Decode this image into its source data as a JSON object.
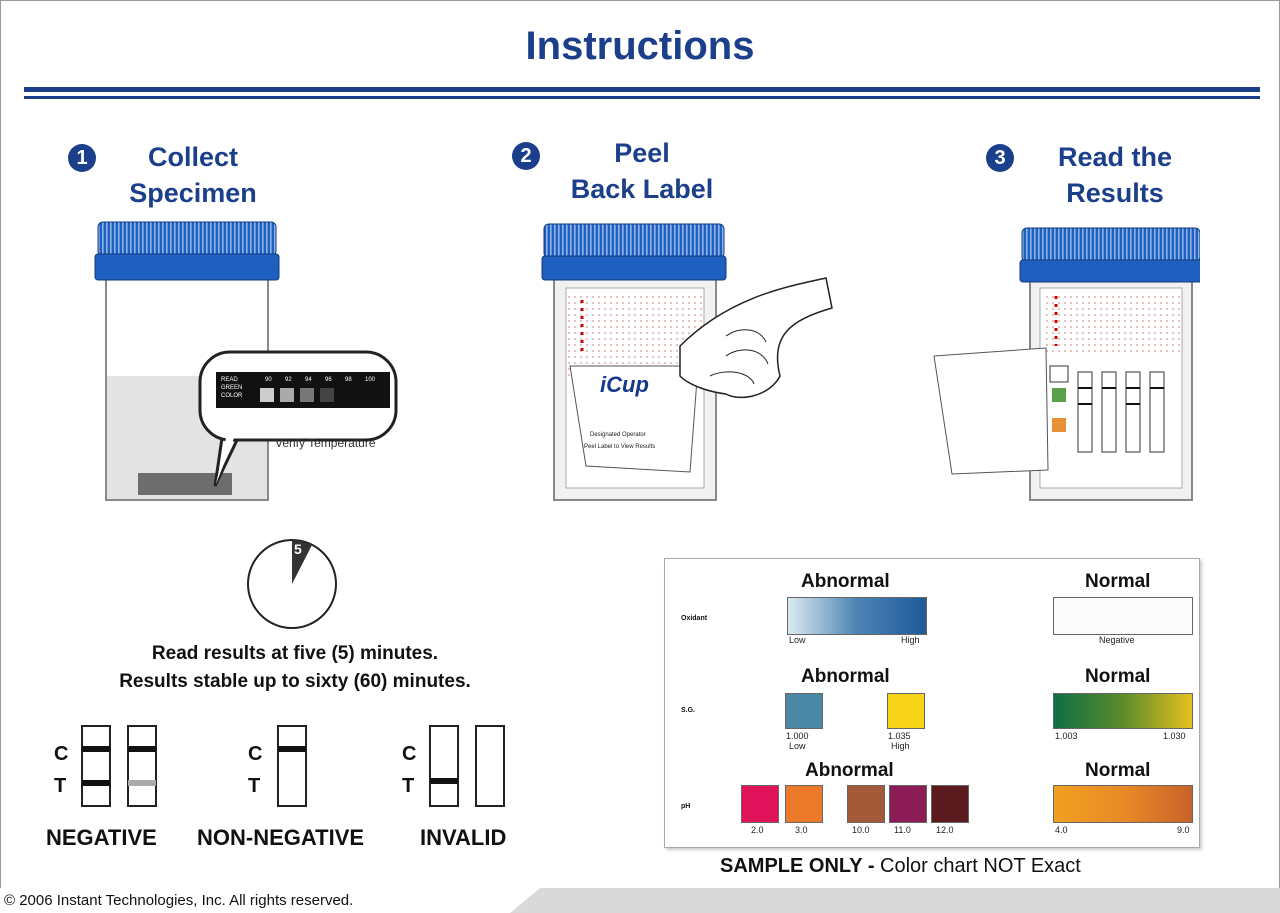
{
  "header": {
    "title": "Instructions"
  },
  "steps": [
    {
      "num": "1",
      "line1": "Collect",
      "line2": "Specimen"
    },
    {
      "num": "2",
      "line1": "Peel",
      "line2": "Back Label"
    },
    {
      "num": "3",
      "line1": "Read the",
      "line2": "Results"
    }
  ],
  "step1": {
    "temp_rows": [
      "READ",
      "GREEN",
      "COLOR"
    ],
    "temp_values": [
      "90",
      "92",
      "94",
      "96",
      "98",
      "100"
    ],
    "verify_label": "Verify Temperature"
  },
  "step2": {
    "brand": "iCup",
    "label_line1": "Designated Operator",
    "label_line2": "Peel Label to View Results"
  },
  "timer": {
    "number": "5",
    "line1": "Read results at five (5) minutes.",
    "line2": "Results stable up to sixty (60) minutes."
  },
  "strips": {
    "c_label": "C",
    "t_label": "T",
    "negative": "NEGATIVE",
    "non_negative": "NON-NEGATIVE",
    "invalid": "INVALID"
  },
  "chart": {
    "abnormal": "Abnormal",
    "normal": "Normal",
    "oxidant": {
      "label": "Oxidant",
      "low": "Low",
      "high": "High",
      "negative": "Negative"
    },
    "sg": {
      "label": "S.G.",
      "low_val": "1.000",
      "low": "Low",
      "high_val": "1.035",
      "high": "High",
      "norm_min": "1.003",
      "norm_max": "1.030"
    },
    "ph": {
      "label": "pH",
      "values": [
        "2.0",
        "3.0",
        "10.0",
        "11.0",
        "12.0"
      ],
      "norm_min": "4.0",
      "norm_max": "9.0"
    },
    "colors": {
      "ph": [
        "#e0135a",
        "#ec7a2b",
        "#a35a38",
        "#8c1c56",
        "#5a1a1e"
      ],
      "sg_low": "#4a86a6",
      "sg_high": "#f7d418"
    }
  },
  "sample_note": {
    "bold": "SAMPLE ONLY -",
    "rest": " Color chart NOT Exact"
  },
  "footer": {
    "copyright": "© 2006 Instant Technologies, Inc. All rights reserved."
  },
  "theme": {
    "brand_blue": "#1b3f8b",
    "cap_blue": "#1f5fbf"
  }
}
